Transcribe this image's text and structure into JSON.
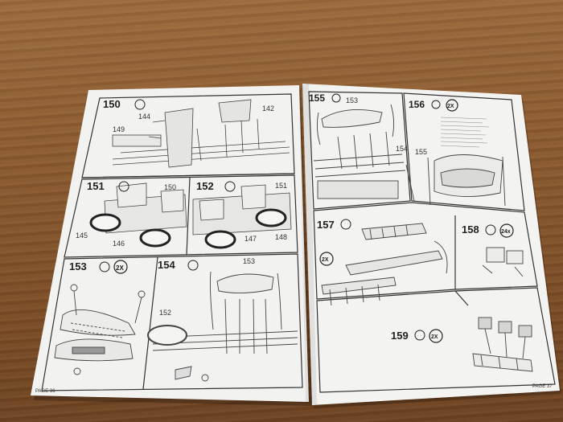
{
  "left_page": {
    "footer": "PAGE 36",
    "steps": {
      "s150": {
        "number": "150",
        "parts": [
          "149",
          "144",
          "142"
        ]
      },
      "s151": {
        "number": "151",
        "parts": [
          "150",
          "145",
          "146"
        ]
      },
      "s152": {
        "number": "152",
        "parts": [
          "151",
          "147",
          "148"
        ]
      },
      "s153": {
        "number": "153",
        "multiplier": "2X"
      },
      "s154": {
        "number": "154",
        "parts": [
          "153",
          "152"
        ]
      }
    }
  },
  "right_page": {
    "footer": "PAGE 37",
    "steps": {
      "s155": {
        "number": "155",
        "parts": [
          "153",
          "154"
        ]
      },
      "s156": {
        "number": "156",
        "multiplier": "2X",
        "parts": [
          "155"
        ]
      },
      "s157": {
        "number": "157",
        "multiplier": "2X"
      },
      "s158": {
        "number": "158",
        "multiplier": "24x"
      },
      "s159": {
        "number": "159",
        "multiplier": "2X"
      }
    }
  },
  "colors": {
    "paper": "#f2f2f0",
    "ink": "#222222",
    "wood": "#8a5a30"
  }
}
